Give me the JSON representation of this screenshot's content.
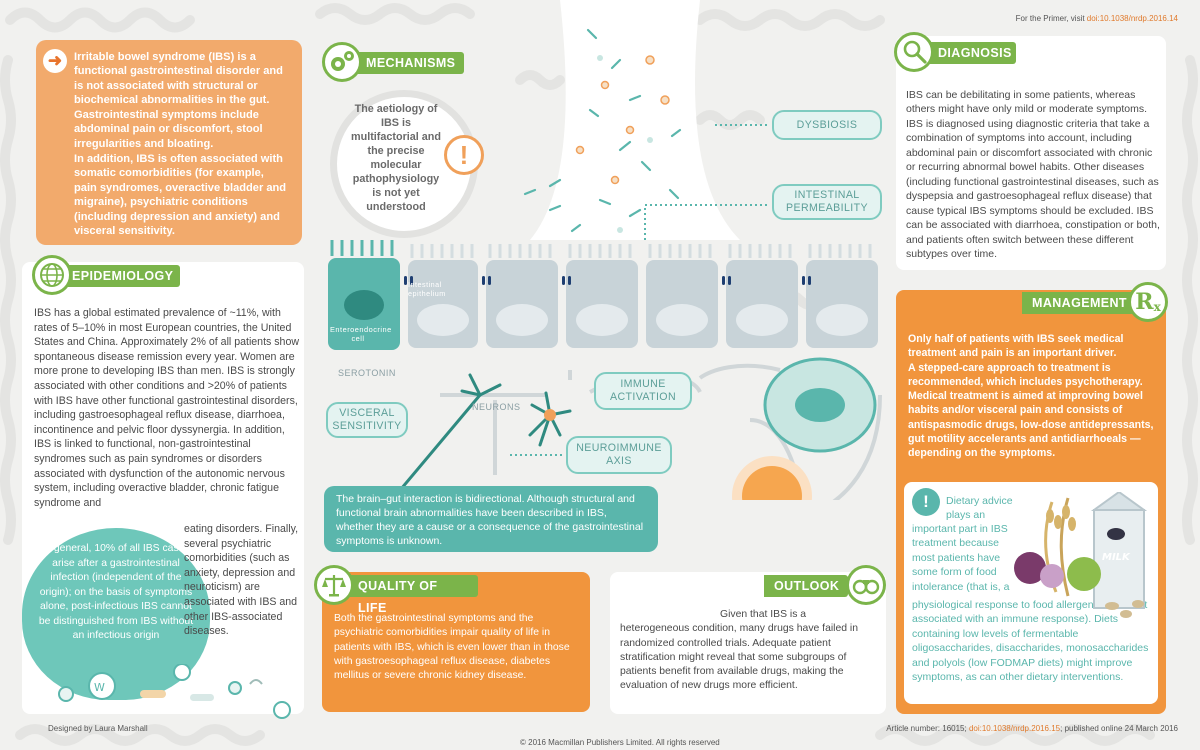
{
  "header": {
    "primer_prefix": "For the Primer, visit ",
    "primer_link": "doi:10.1038/nrdp.2016.14"
  },
  "intro": {
    "p1": "Irritable bowel syndrome (IBS) is a functional gastrointestinal disorder and is not associated with structural or biochemical abnormalities in the gut. Gastrointestinal symptoms include abdominal pain or discomfort, stool irregularities and bloating.",
    "p2": "In addition, IBS is often associated with somatic comorbidities (for example, pain syndromes, overactive bladder and migraine), psychiatric conditions (including depression and anxiety) and visceral sensitivity."
  },
  "epidemiology": {
    "title": "EPIDEMIOLOGY",
    "body": "IBS has a global estimated prevalence of ~11%, with rates of 5–10% in most European countries, the United States and China. Approximately 2% of all patients show spontaneous disease remission every year. Women are more prone to developing IBS than men. IBS is strongly associated with other conditions and >20% of patients with IBS have other functional gastrointestinal disorders, including gastroesophageal reflux disease, diarrhoea, incontinence and pelvic floor dyssynergia. In addition, IBS is linked to functional, non-gastrointestinal syndromes such as pain syndromes or disorders associated with dysfunction of the autonomic nervous system, including overactive bladder, chronic fatigue syndrome and",
    "body_cont": "eating disorders. Finally, several psychiatric comorbidities (such as anxiety, depression and neuroticism) are associated with IBS and other IBS-associated diseases.",
    "callout": "In general, 10% of all IBS cases arise after a gastrointestinal infection (independent of the origin); on the basis of symptoms alone, post-infectious IBS cannot be distinguished from IBS without an infectious origin"
  },
  "mechanisms": {
    "title": "MECHANISMS",
    "aetiology": "The aetiology of IBS is multifactorial and the precise molecular pathophysiology is not yet understood",
    "aetiology_mark": "!",
    "dysbiosis": "DYSBIOSIS",
    "permeability": "INTESTINAL PERMEABILITY",
    "epithelium": "Intestinal epithelium",
    "enteroendocrine": "Enteroendocrine cell",
    "serotonin": "SEROTONIN",
    "neurons": "NEURONS",
    "visceral": "VISCERAL SENSITIVITY",
    "immune": "IMMUNE ACTIVATION",
    "neuroimmune": "NEUROIMMUNE AXIS",
    "brain_gut": "The brain–gut interaction is bidirectional. Although structural and functional brain abnormalities have been described in IBS, whether they are a cause or a consequence of the gastrointestinal symptoms is unknown."
  },
  "quality_of_life": {
    "title": "QUALITY OF LIFE",
    "body": "Both the gastrointestinal symptoms and the psychiatric comorbidities impair quality of life in patients with IBS, which is even lower than in those with gastroesophageal reflux disease, diabetes mellitus or severe chronic kidney disease."
  },
  "outlook": {
    "title": "OUTLOOK",
    "body": "Given that IBS is a heterogeneous condition, many drugs have failed in randomized controlled trials. Adequate patient stratification might reveal that some subgroups of patients benefit from available drugs, making the evaluation of new drugs more efficient."
  },
  "diagnosis": {
    "title": "DIAGNOSIS",
    "body": "IBS can be debilitating in some patients, whereas others might have only mild or moderate symptoms. IBS is diagnosed using diagnostic criteria that take a combination of symptoms into account, including abdominal pain or discomfort associated with chronic or recurring abnormal bowel habits. Other diseases (including functional gastrointestinal diseases, such as dyspepsia and gastroesophageal reflux disease) that cause typical IBS symptoms should be excluded. IBS can be associated with diarrhoea, constipation or both, and patients often switch between these different subtypes over time."
  },
  "management": {
    "title": "MANAGEMENT",
    "rx": "R",
    "p1": "Only half of patients with IBS seek medical treatment and pain is an important driver.",
    "p2": "A stepped-care approach to treatment is recommended, which includes psychotherapy.",
    "p3": "Medical treatment is aimed at improving bowel habits and/or visceral pain and consists of antispasmodic drugs, low-dose antidepressants, gut motility accelerants and antidiarrhoeals — depending on the symptoms.",
    "diet_mark": "!",
    "diet_a": "Dietary advice plays an",
    "diet_b": "important part in IBS treatment because most patients have some form of food intolerance (that is, a",
    "diet_c": "physiological response to food allergens that is not associated with an immune response). Diets containing low levels of fermentable oligosaccharides, disaccharides, monosaccharides and polyols (low FODMAP diets) might improve symptoms, as can other dietary interventions.",
    "milk": "MILK"
  },
  "footer": {
    "designer": "Designed by Laura Marshall",
    "copyright": "© 2016 Macmillan Publishers Limited. All rights reserved",
    "article_prefix": "Article number: 16015; ",
    "article_link": "doi:10.1038/nrdp.2016.15",
    "article_suffix": "; published online 24 March 2016"
  },
  "colors": {
    "green": "#7bb44a",
    "orange": "#f1953d",
    "light_orange": "#f2aa6c",
    "teal": "#5ab6ac",
    "light_teal": "#6ec7ba"
  }
}
